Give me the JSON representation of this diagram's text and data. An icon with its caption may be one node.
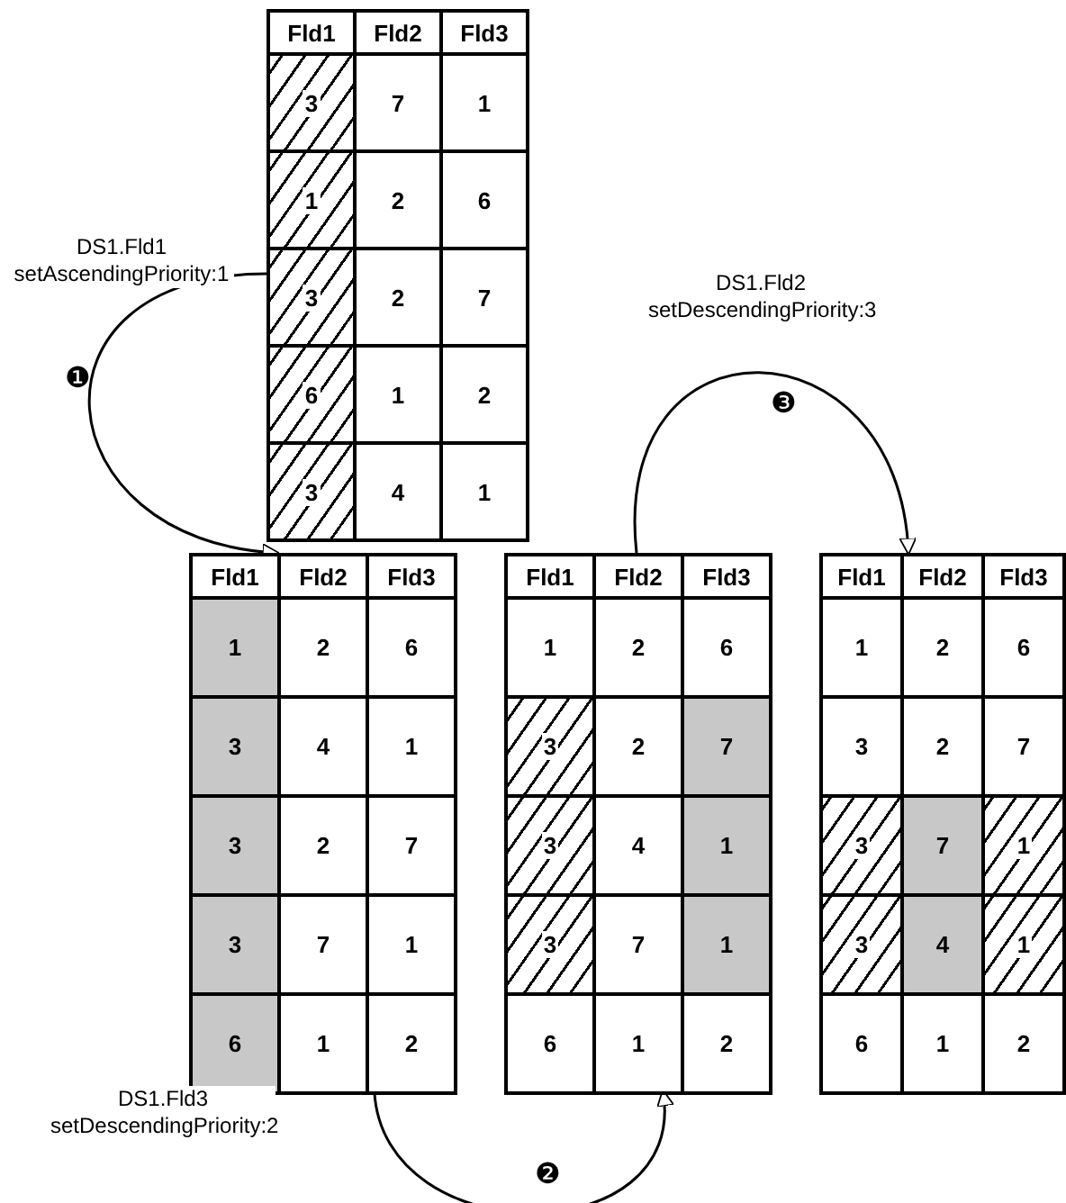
{
  "diagram": {
    "nodes": [
      {
        "text": [
          "Fld1",
          "Fld2",
          "Fld3",
          "3",
          "7",
          "1",
          "1",
          "2",
          "6",
          "3",
          "2",
          "7",
          "6",
          "1",
          "2",
          "3",
          "4",
          "1"
        ]
      },
      {
        "text": [
          "Fld1",
          "Fld2",
          "Fld3",
          "1",
          "2",
          "6",
          "3",
          "4",
          "1",
          "3",
          "2",
          "7",
          "3",
          "7",
          "1",
          "6",
          "1",
          "2"
        ]
      },
      {
        "text": [
          "Fld1",
          "Fld2",
          "Fld3",
          "1",
          "2",
          "6",
          "3",
          "2",
          "7",
          "3",
          "4",
          "1",
          "3",
          "7",
          "1",
          "6",
          "1",
          "2"
        ]
      },
      {
        "text": [
          "Fld1",
          "Fld2",
          "Fld3",
          "1",
          "2",
          "6",
          "3",
          "2",
          "7",
          "3",
          "7",
          "1",
          "3",
          "4",
          "1",
          "6",
          "1",
          "2"
        ]
      }
    ],
    "edges": [
      {
        "from": 0,
        "to": 1,
        "arrow": "to",
        "label": "DS1.Fld1 setAscendingPriority:1"
      },
      {
        "from": 1,
        "to": 2,
        "arrow": "to",
        "label": "DS1.Fld3 setDescendingPriority:2"
      },
      {
        "from": 2,
        "to": 3,
        "arrow": "to",
        "label": "DS1.Fld2 setDescendingPriority:3"
      }
    ],
    "labels": [
      "❶",
      "❷",
      "❸"
    ]
  }
}
